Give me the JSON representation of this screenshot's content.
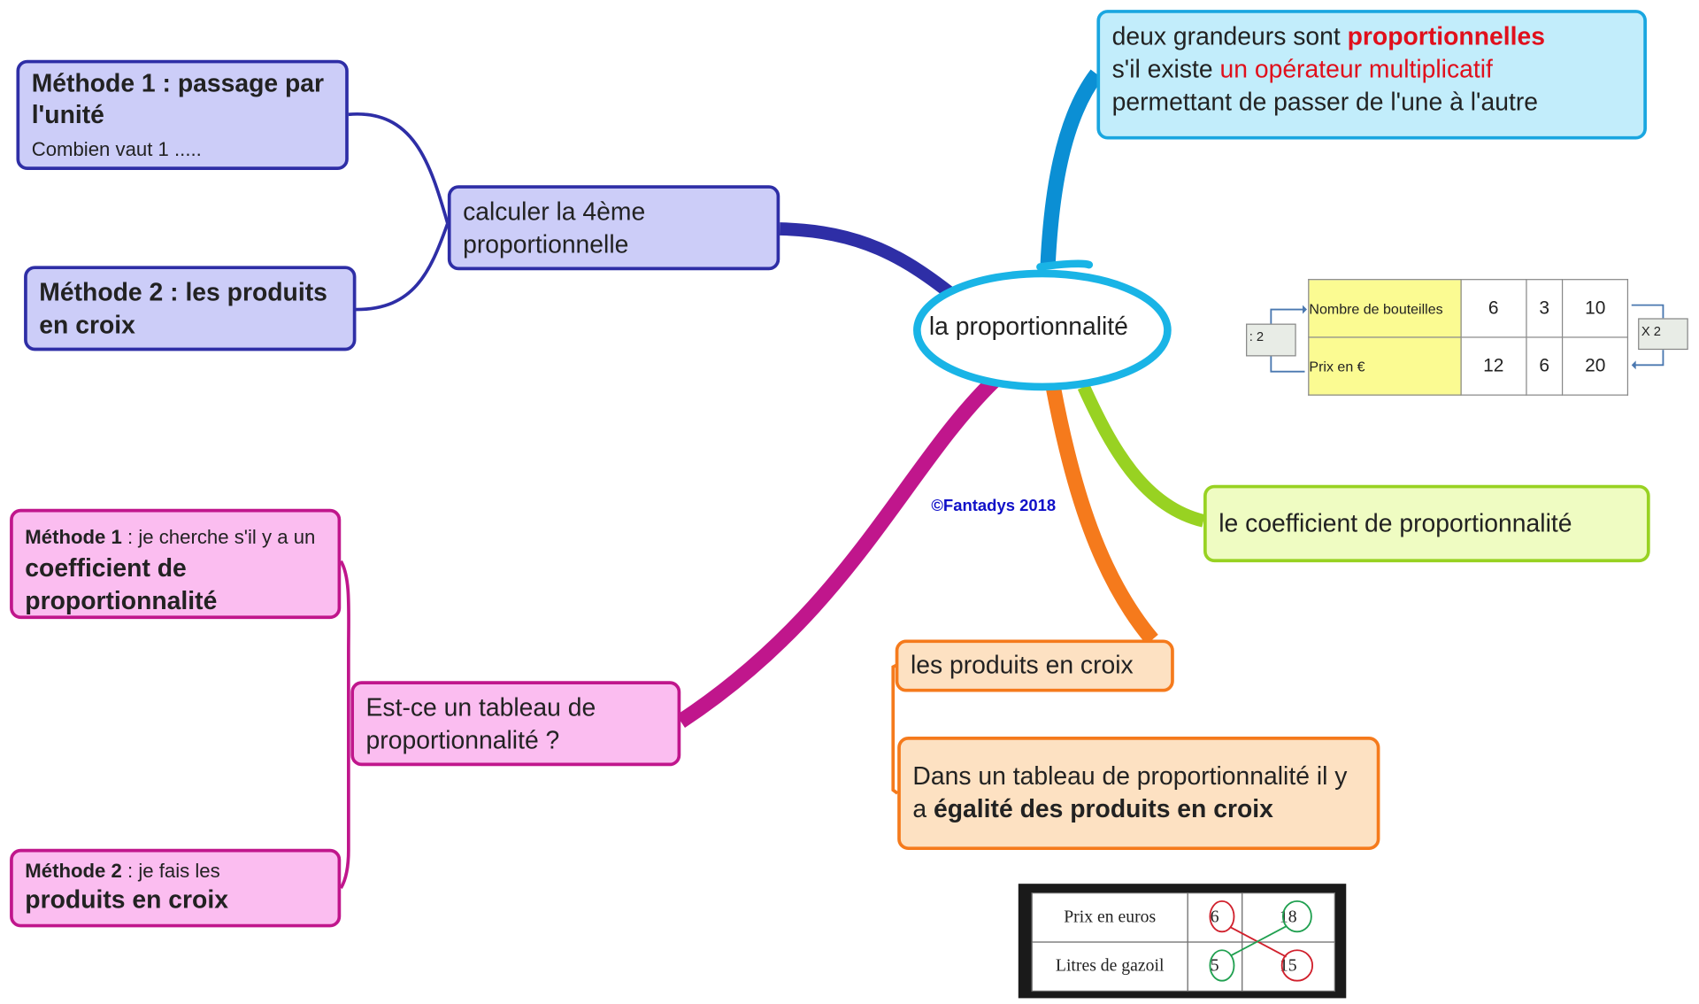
{
  "center": {
    "title": "la proportionnalité",
    "copyright": "©Fantadys 2018"
  },
  "definition": {
    "part1": "deux grandeurs sont ",
    "highlight1": "proportionnelles",
    "part2": "s'il existe ",
    "highlight2": "un opérateur multiplicatif",
    "part3": "permettant de passer de l'une à l'autre"
  },
  "fourth": {
    "label": "calculer la 4ème proportionnelle",
    "method1": {
      "title": "Méthode 1 : passage par l'unité",
      "subtitle": "Combien vaut 1 ....."
    },
    "method2": {
      "title": "Méthode 2 : les produits en croix"
    }
  },
  "check": {
    "label": "Est-ce un tableau de proportionnalité ?",
    "method1": {
      "title": "Méthode 1",
      "text": " : je cherche s'il y a un ",
      "bold": "coefficient de proportionnalité"
    },
    "method2": {
      "title": "Méthode 2",
      "text": " : je fais les",
      "bold": "produits en croix"
    }
  },
  "coefficient": {
    "label": "le coefficient de proportionnalité"
  },
  "cross": {
    "label": "les produits en croix",
    "rule_text": "Dans un tableau de proportionnalité il y a ",
    "rule_bold": "égalité des produits en croix"
  },
  "table_bottles": {
    "rows": [
      {
        "header": "Nombre de bouteilles",
        "values": [
          "6",
          "3",
          "10"
        ]
      },
      {
        "header": "Prix en €",
        "values": [
          "12",
          "6",
          "20"
        ]
      }
    ],
    "divide_label": ": 2",
    "multiply_label": "X 2"
  },
  "table_fuel": {
    "rows": [
      {
        "header": "Prix en euros",
        "values": [
          "6",
          "18"
        ]
      },
      {
        "header": "Litres de gazoil",
        "values": [
          "5",
          "15"
        ]
      }
    ]
  },
  "colors": {
    "blue": "#2e2ea6",
    "pink": "#c0168c",
    "orange": "#f57a1c",
    "green": "#98d222",
    "cyan": "#19a6e0"
  }
}
